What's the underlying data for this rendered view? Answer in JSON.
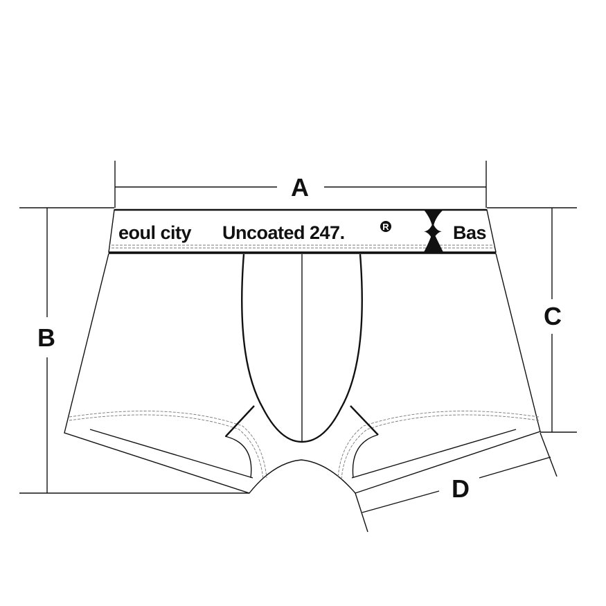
{
  "diagram": {
    "dimensions": {
      "a": "A",
      "b": "B",
      "c": "C",
      "d": "D"
    },
    "waistband": {
      "left_text": "eoul city",
      "center_text": "Uncoated 247.",
      "registered_mark": "R",
      "right_text": "Bas"
    }
  }
}
